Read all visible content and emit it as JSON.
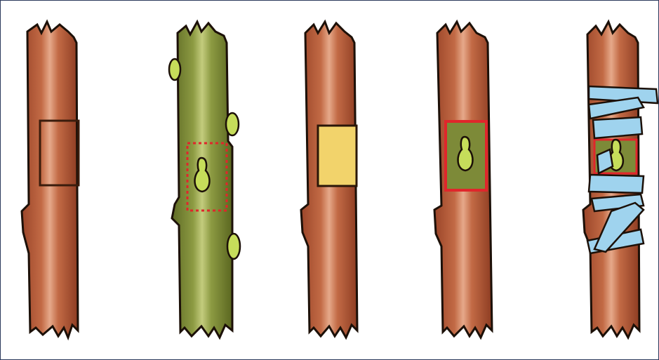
{
  "figure": {
    "steps": [
      {
        "id": "stock-cut",
        "bark": "brown",
        "mark": "outline-square"
      },
      {
        "id": "scion-bud",
        "bark": "olive",
        "mark": "dotted-bud-patch"
      },
      {
        "id": "stock-opened",
        "bark": "brown",
        "mark": "yellow-exposed-wood"
      },
      {
        "id": "patch-inserted",
        "bark": "brown",
        "mark": "red-framed-bud-patch"
      },
      {
        "id": "wrapped",
        "bark": "brown",
        "mark": "blue-tape-wrap"
      }
    ],
    "colors": {
      "bark_brown": "#b45a37",
      "bark_brown_dark": "#8a3f24",
      "bark_olive": "#7d8a38",
      "bark_olive_dark": "#5d6a22",
      "bud": "#c6dd5a",
      "exposed_wood": "#f2d36b",
      "red_outline": "#e0262b",
      "tape": "#9fd3ee",
      "outline": "#1c1008"
    }
  }
}
